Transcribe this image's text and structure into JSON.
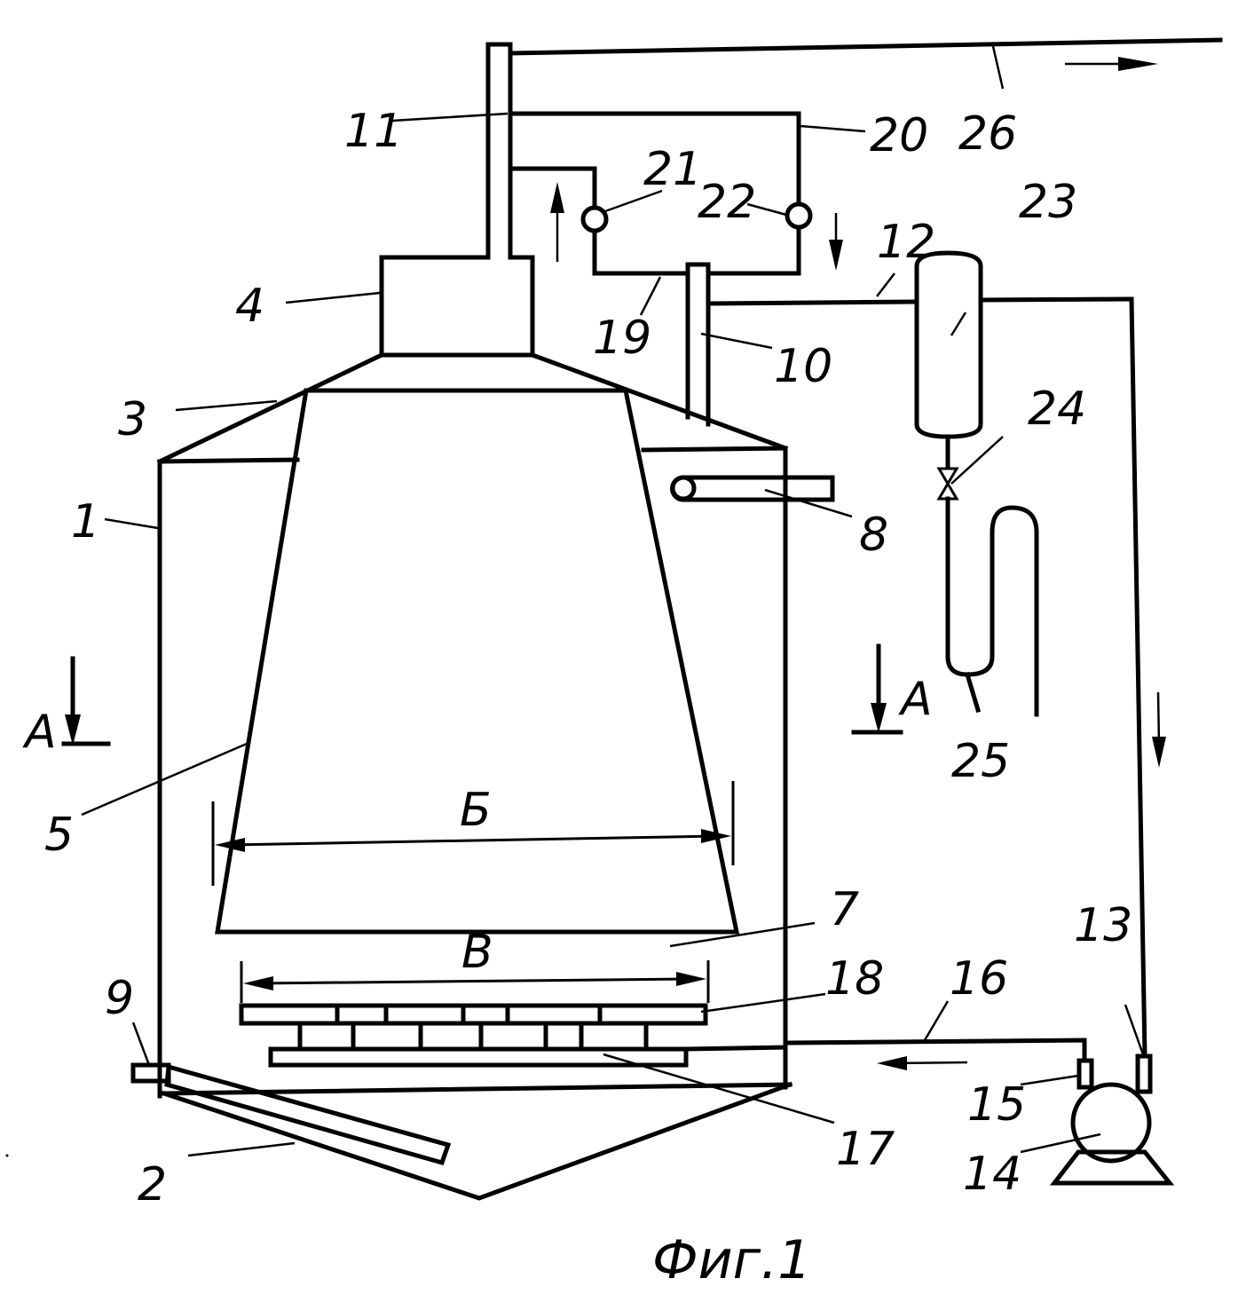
{
  "figure": {
    "caption": "Фиг.1",
    "labels": {
      "l1": "1",
      "l2": "2",
      "l3": "3",
      "l4": "4",
      "l5": "5",
      "l7": "7",
      "l8": "8",
      "l9": "9",
      "l10": "10",
      "l11": "11",
      "l12": "12",
      "l13": "13",
      "l14": "14",
      "l15": "15",
      "l16": "16",
      "l17": "17",
      "l18": "18",
      "l19": "19",
      "l20": "20",
      "l21": "21",
      "l22": "22",
      "l23": "23",
      "l24": "24",
      "l25": "25",
      "l26": "26"
    },
    "section_mark": "А",
    "section_mark_right": "А",
    "dim_upper": "Б",
    "dim_lower": "В"
  }
}
